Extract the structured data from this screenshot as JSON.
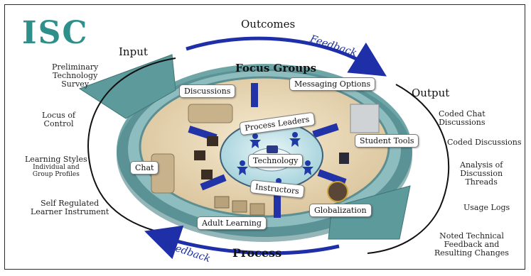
{
  "brand": "ISC",
  "top_title": "Outcomes",
  "input_label": "Input",
  "output_label": "Output",
  "process_label": "Process",
  "focus_groups_label": "Focus Groups",
  "feedback_top": "Feedback",
  "feedback_bottom": "Feedback",
  "left_items": {
    "survey": [
      "Preliminary",
      "Technology",
      "Survey"
    ],
    "locus": [
      "Locus of",
      "Control"
    ],
    "learning_styles": [
      "Learning Styles"
    ],
    "learning_styles_sub": [
      "Individual and",
      "Group Profiles"
    ],
    "self_regulated": [
      "Self Regulated",
      "Learner Instrument"
    ]
  },
  "right_items": {
    "coded_chat": [
      "Coded Chat",
      "Discussions"
    ],
    "coded_discussions": "Coded Discussions",
    "analysis": [
      "Analysis of",
      "Discussion",
      "Threads"
    ],
    "usage_logs": "Usage Logs",
    "noted": [
      "Noted Technical",
      "Feedback and",
      "Resulting Changes"
    ]
  },
  "room_labels": {
    "discussions": "Discussions",
    "messaging": "Messaging Options",
    "student_tools": "Student Tools",
    "chat": "Chat",
    "globalization": "Globalization",
    "adult_learning": "Adult Learning",
    "process_leaders": "Process Leaders",
    "technology": "Technology",
    "instructors": "Instructors"
  },
  "colors": {
    "brand_teal": "#2f8f8a",
    "ring_teal": "#5d9a9c",
    "arrow_blue": "#1f2fa8",
    "floor": "#e8d7b5"
  }
}
